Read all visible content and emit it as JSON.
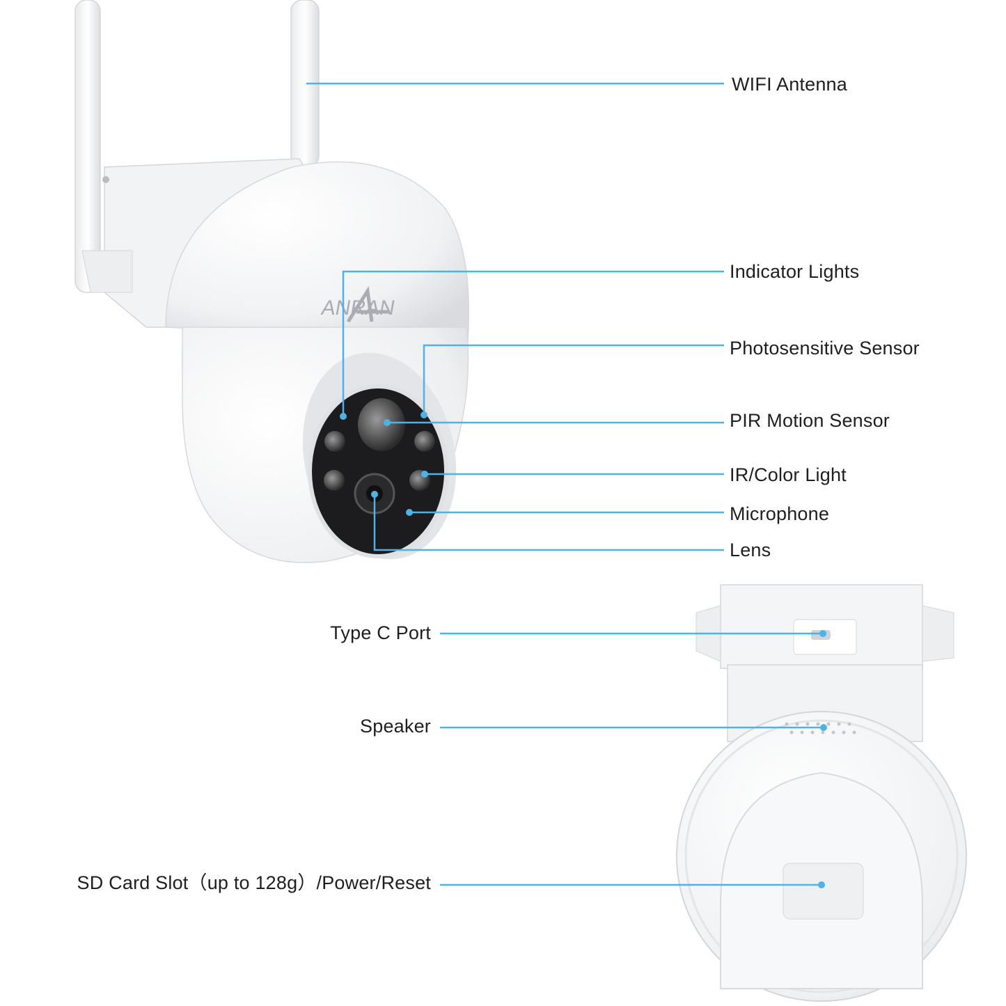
{
  "brand": {
    "logo_text": "ANRAN"
  },
  "accent_color": "#4db3e6",
  "front_view": {
    "callouts": [
      {
        "id": "wifi-antenna",
        "label": "WIFI Antenna"
      },
      {
        "id": "indicator-lights",
        "label": "Indicator Lights"
      },
      {
        "id": "photosensitive-sensor",
        "label": "Photosensitive Sensor"
      },
      {
        "id": "pir-motion-sensor",
        "label": "PIR Motion Sensor"
      },
      {
        "id": "ir-color-light",
        "label": "IR/Color Light"
      },
      {
        "id": "microphone",
        "label": "Microphone"
      },
      {
        "id": "lens",
        "label": "Lens"
      }
    ]
  },
  "back_view": {
    "callouts": [
      {
        "id": "type-c-port",
        "label": "Type C Port"
      },
      {
        "id": "speaker",
        "label": "Speaker"
      },
      {
        "id": "sd-card-slot",
        "label": "SD Card Slot（up to 128g）/Power/Reset"
      }
    ]
  }
}
